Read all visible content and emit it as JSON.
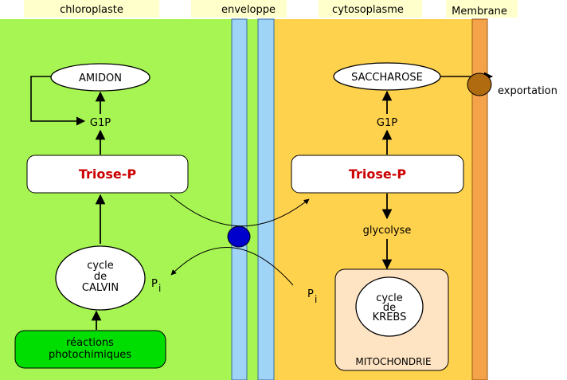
{
  "headers": {
    "chloroplaste": "chloroplaste",
    "enveloppe": "enveloppe",
    "cytosoplasme": "cytosoplasme",
    "membrane": "Membrane"
  },
  "nodes": {
    "amidon": "AMIDON",
    "g1p_left": "G1P",
    "triose_left": "Triose-P",
    "calvin_l1": "cycle",
    "calvin_l2": "de",
    "calvin_l3": "CALVIN",
    "reactions_l1": "réactions",
    "reactions_l2": "photochimiques",
    "pi_left": "P",
    "pi_left_sub": "i",
    "saccharose": "SACCHAROSE",
    "g1p_right": "G1P",
    "triose_right": "Triose-P",
    "glycolyse": "glycolyse",
    "pi_right": "P",
    "pi_right_sub": "i",
    "krebs_l1": "cycle",
    "krebs_l2": "de",
    "krebs_l3": "KREBS",
    "mitochondrie": "MITOCHONDRIE",
    "exportation": "exportation"
  },
  "colors": {
    "chloroplast": "#a6f552",
    "cytosol": "#ffd24d",
    "membrane": "#f5a34a",
    "envelope": "#9fd4f7",
    "header": "#ffffcc",
    "reactions": "#00dd00",
    "mito": "#ffe4c4",
    "transporter": "#0000cc",
    "exporter": "#b06a10",
    "red": "#cc0000"
  }
}
